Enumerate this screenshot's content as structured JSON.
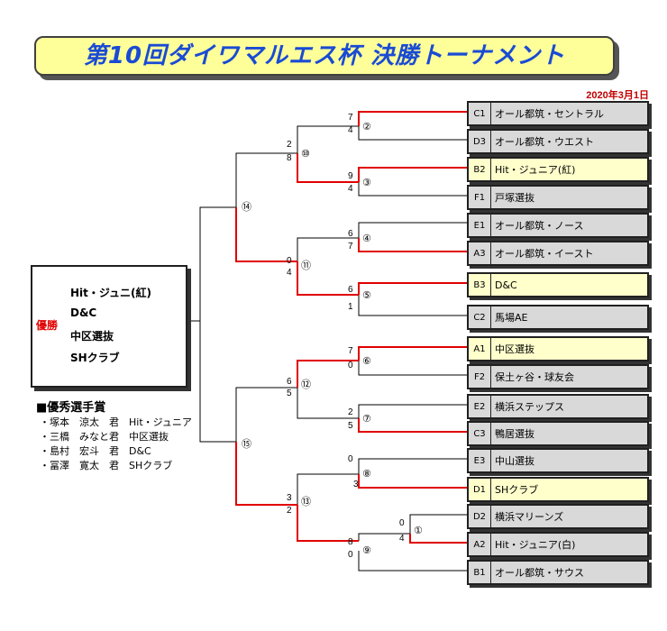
{
  "title": "第10回ダイワマルエス杯 決勝トーナメント",
  "date": "2020年3月1日",
  "teams": [
    {
      "code": "C1",
      "name": "オール都筑・セントラル",
      "win": false
    },
    {
      "code": "D3",
      "name": "オール都筑・ウエスト",
      "win": false
    },
    {
      "code": "B2",
      "name": "Hit・ジュニア(紅)",
      "win": true
    },
    {
      "code": "F1",
      "name": "戸塚選抜",
      "win": false
    },
    {
      "code": "E1",
      "name": "オール都筑・ノース",
      "win": false
    },
    {
      "code": "A3",
      "name": "オール都筑・イースト",
      "win": false
    },
    {
      "code": "B3",
      "name": " D&C",
      "win": true
    },
    {
      "code": "C2",
      "name": "馬場AE",
      "win": false
    },
    {
      "code": "A1",
      "name": "中区選抜",
      "win": true
    },
    {
      "code": "F2",
      "name": "保土ヶ谷・球友会",
      "win": false
    },
    {
      "code": "E2",
      "name": "横浜ステップス",
      "win": false
    },
    {
      "code": "C3",
      "name": "鴨居選抜",
      "win": false
    },
    {
      "code": "E3",
      "name": "中山選抜",
      "win": false
    },
    {
      "code": "D1",
      "name": "SHクラブ",
      "win": true
    },
    {
      "code": "D2",
      "name": "横浜マリーンズ",
      "win": false
    },
    {
      "code": "A2",
      "name": "Hit・ジュニア(白)",
      "win": false
    },
    {
      "code": "B1",
      "name": "オール都筑・サウス",
      "win": false
    }
  ],
  "winner": {
    "label": "優勝",
    "teams": [
      "Hit・ジュニ(紅)",
      "D&C",
      "中区選抜",
      "SHクラブ"
    ]
  },
  "awards": {
    "title": "■優秀選手賞",
    "lines": [
      "・塚本　涼太　君　Hit・ジュニア",
      "・三橋　みなと君　中区選抜",
      "・島村　宏斗　君　D&C",
      "・冨澤　寛太　君　SHクラブ"
    ]
  },
  "games": [
    {
      "no": "②",
      "top": "7",
      "bottom": "4"
    },
    {
      "no": "③",
      "top": "9",
      "bottom": "4"
    },
    {
      "no": "④",
      "top": "6",
      "bottom": "7"
    },
    {
      "no": "⑤",
      "top": "6",
      "bottom": "1"
    },
    {
      "no": "⑥",
      "top": "7",
      "bottom": "0"
    },
    {
      "no": "⑦",
      "top": "2",
      "bottom": "5"
    },
    {
      "no": "⑧",
      "top": "0",
      "bottom": "3"
    },
    {
      "no": "①",
      "top": "0",
      "bottom": "4"
    },
    {
      "no": "⑨",
      "top": "8",
      "bottom": "0"
    },
    {
      "no": "⑩",
      "top": "2",
      "bottom": "8"
    },
    {
      "no": "⑪",
      "top": "0",
      "bottom": "4"
    },
    {
      "no": "⑫",
      "top": "6",
      "bottom": "5"
    },
    {
      "no": "⑬",
      "top": "3",
      "bottom": "2"
    },
    {
      "no": "⑭",
      "top": "",
      "bottom": ""
    },
    {
      "no": "⑮",
      "top": "",
      "bottom": ""
    }
  ],
  "colors": {
    "win_line": "#e00000",
    "line": "#000000",
    "title": "#1a4bd4",
    "title_bg": "#ffff99",
    "win_box": "#ffffcc",
    "box": "#d9d9d9"
  }
}
